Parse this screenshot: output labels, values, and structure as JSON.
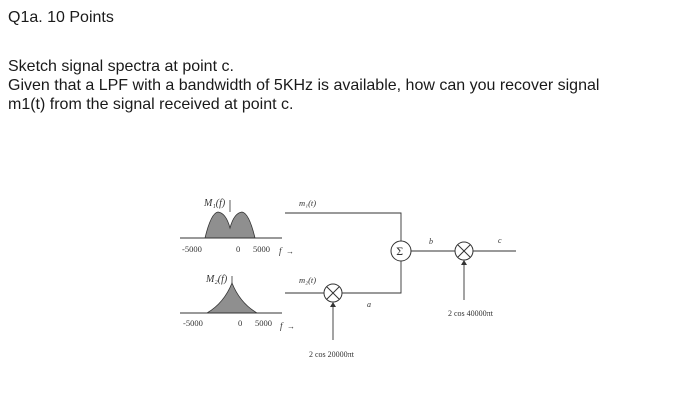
{
  "question": {
    "title": "Q1a. 10 Points",
    "line1": "Sketch signal spectra at point c.",
    "line2": "Given that a LPF with a bandwidth of 5KHz is available, how can you recover signal",
    "line3": "m1(t) from the signal received at point c."
  },
  "diagram": {
    "spectrum1": {
      "label": "M₁(f)",
      "tick_neg": "-5000",
      "tick_zero": "0",
      "tick_pos": "5000",
      "axis": "f"
    },
    "spectrum2": {
      "label": "M₂(f)",
      "tick_neg": "-5000",
      "tick_zero": "0",
      "tick_pos": "5000",
      "axis": "f"
    },
    "signal1_label": "m₁(t)",
    "signal2_label": "m₂(t)",
    "point_a": "a",
    "point_b": "b",
    "point_c": "c",
    "summer_symbol": "Σ",
    "carrier1": "2 cos 20000πt",
    "carrier2": "2 cos 40000πt"
  },
  "colors": {
    "fill": "#8f8f8f",
    "line": "#333333"
  }
}
